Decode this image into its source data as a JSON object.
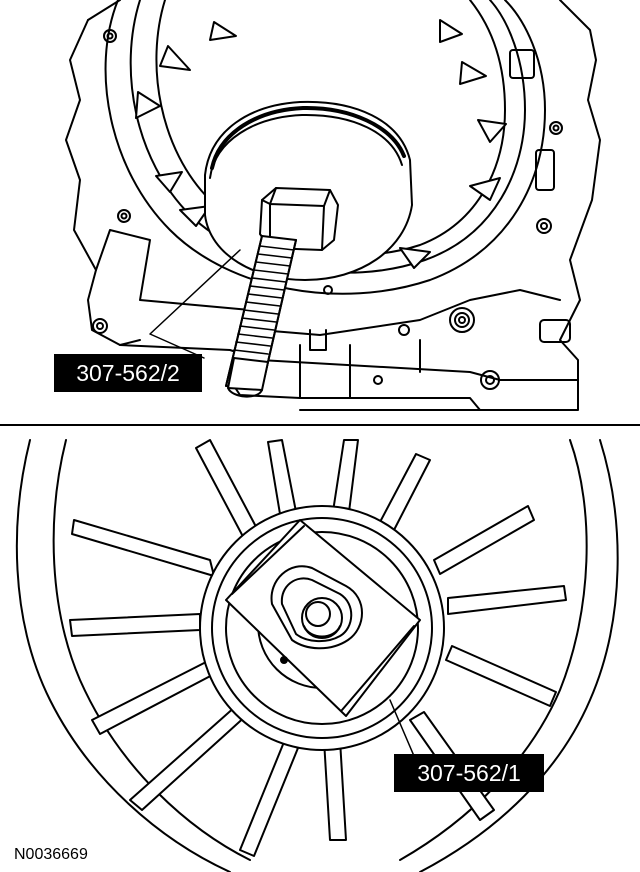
{
  "callouts": {
    "top": "307-562/2",
    "bottom": "307-562/1"
  },
  "figure_id": "N0036669",
  "colors": {
    "line": "#000000",
    "background": "#ffffff",
    "label_bg": "#000000",
    "label_text": "#ffffff"
  }
}
